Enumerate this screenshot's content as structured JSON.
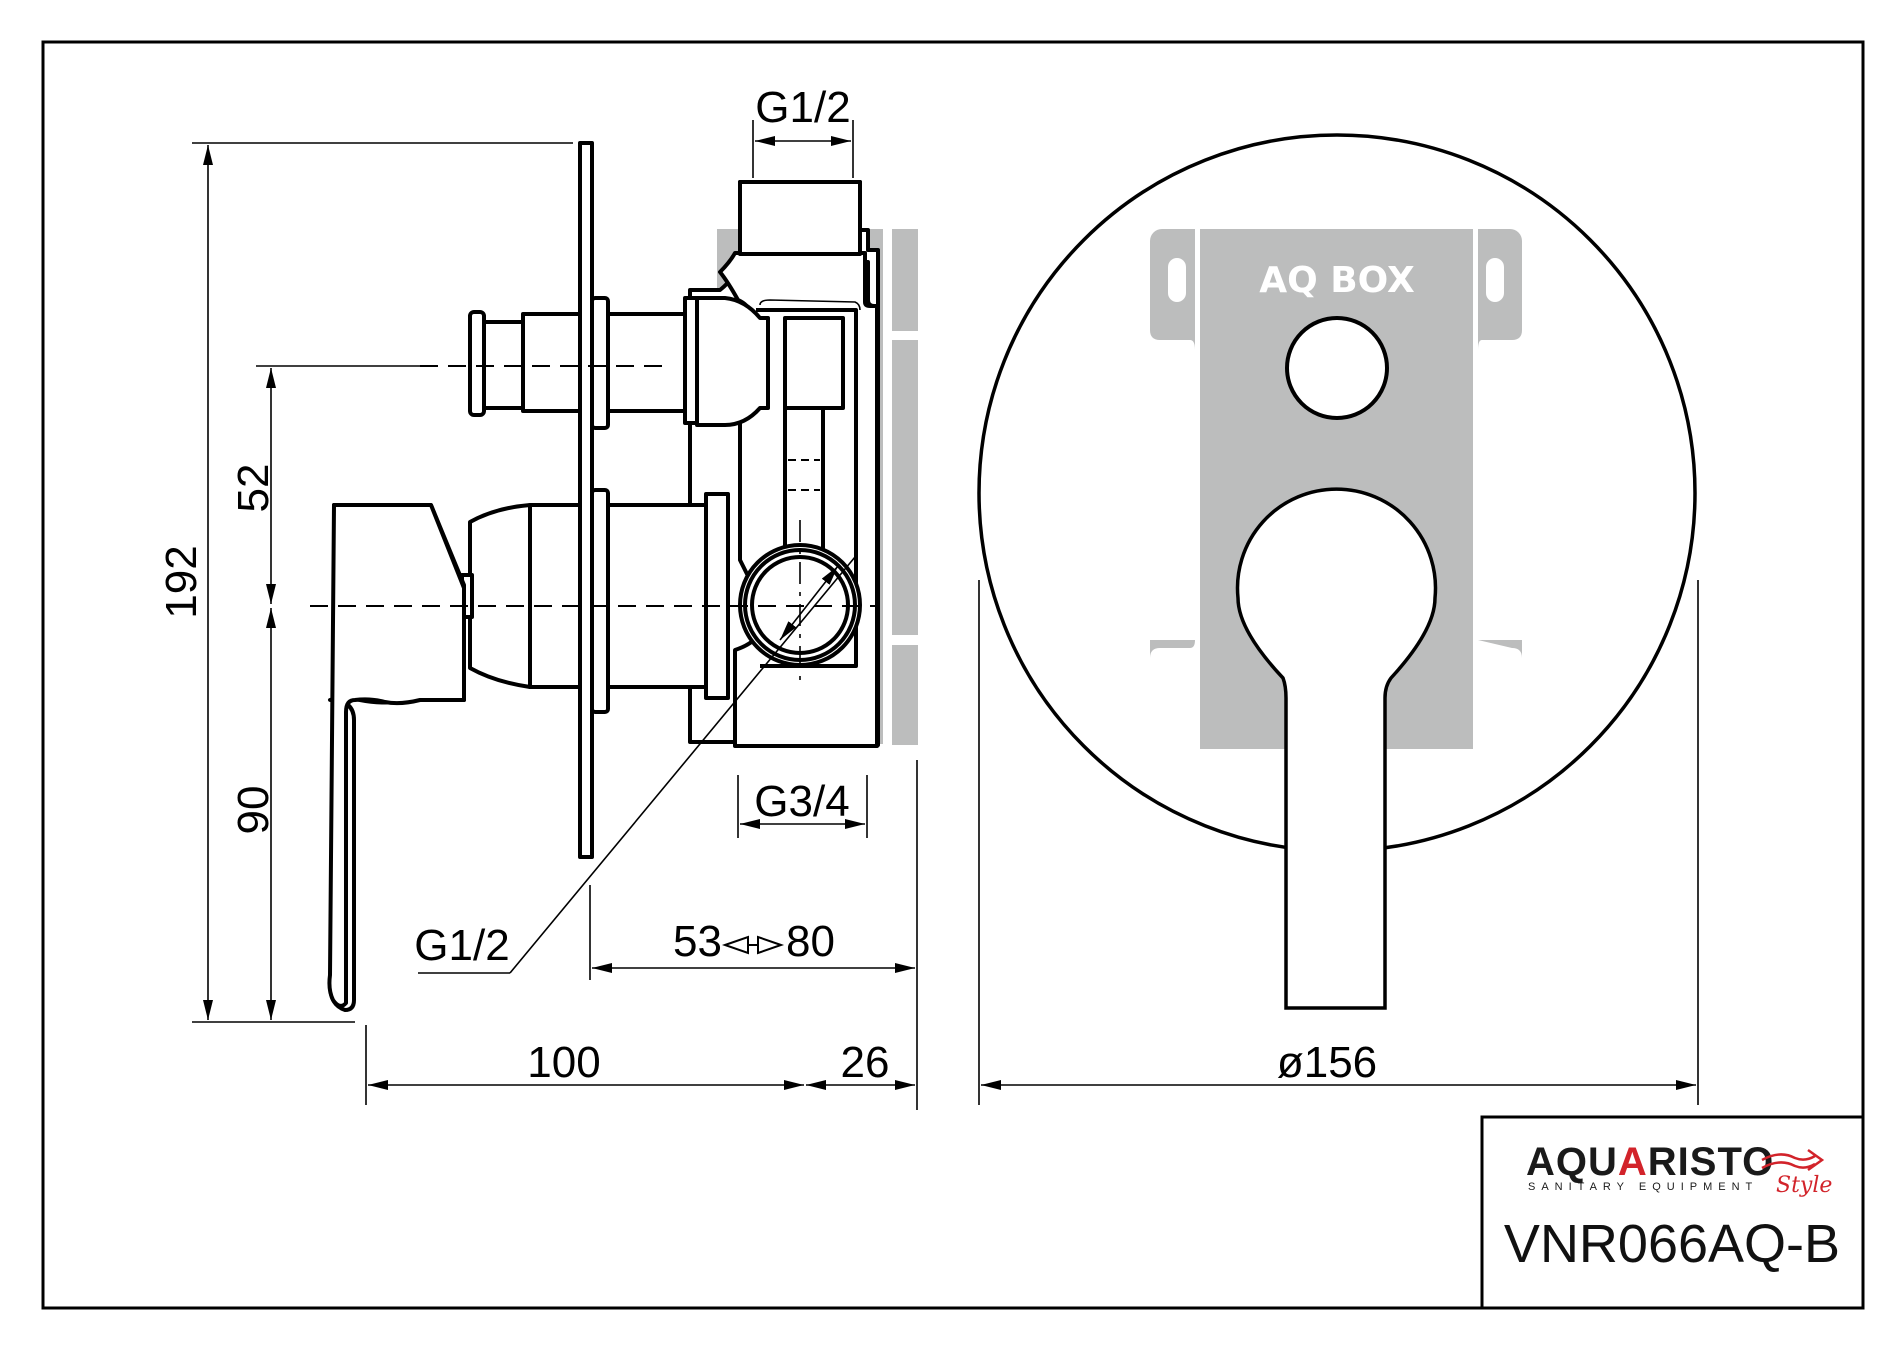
{
  "drawing": {
    "product_code": "VNR066AQ-B",
    "brand": {
      "name_prefix": "AQU",
      "name_accent": "A",
      "name_suffix": "RISTO",
      "tagline": "SANITARY EQUIPMENT",
      "script": "Style",
      "accent_color": "#d2232a"
    },
    "box_label": "AQ BOX",
    "dimensions": {
      "top_connection": "G1/2",
      "bottom_connection": "G3/4",
      "side_connection": "G1/2",
      "total_height": "192",
      "upper_offset": "52",
      "lower_offset": "90",
      "depth_range_min": "53",
      "depth_range_max": "80",
      "lever_projection": "100",
      "plate_to_box": "26",
      "rosette_diameter": "ø156"
    },
    "colors": {
      "line": "#000000",
      "box_fill": "#bcbdbd",
      "background": "#ffffff"
    }
  }
}
